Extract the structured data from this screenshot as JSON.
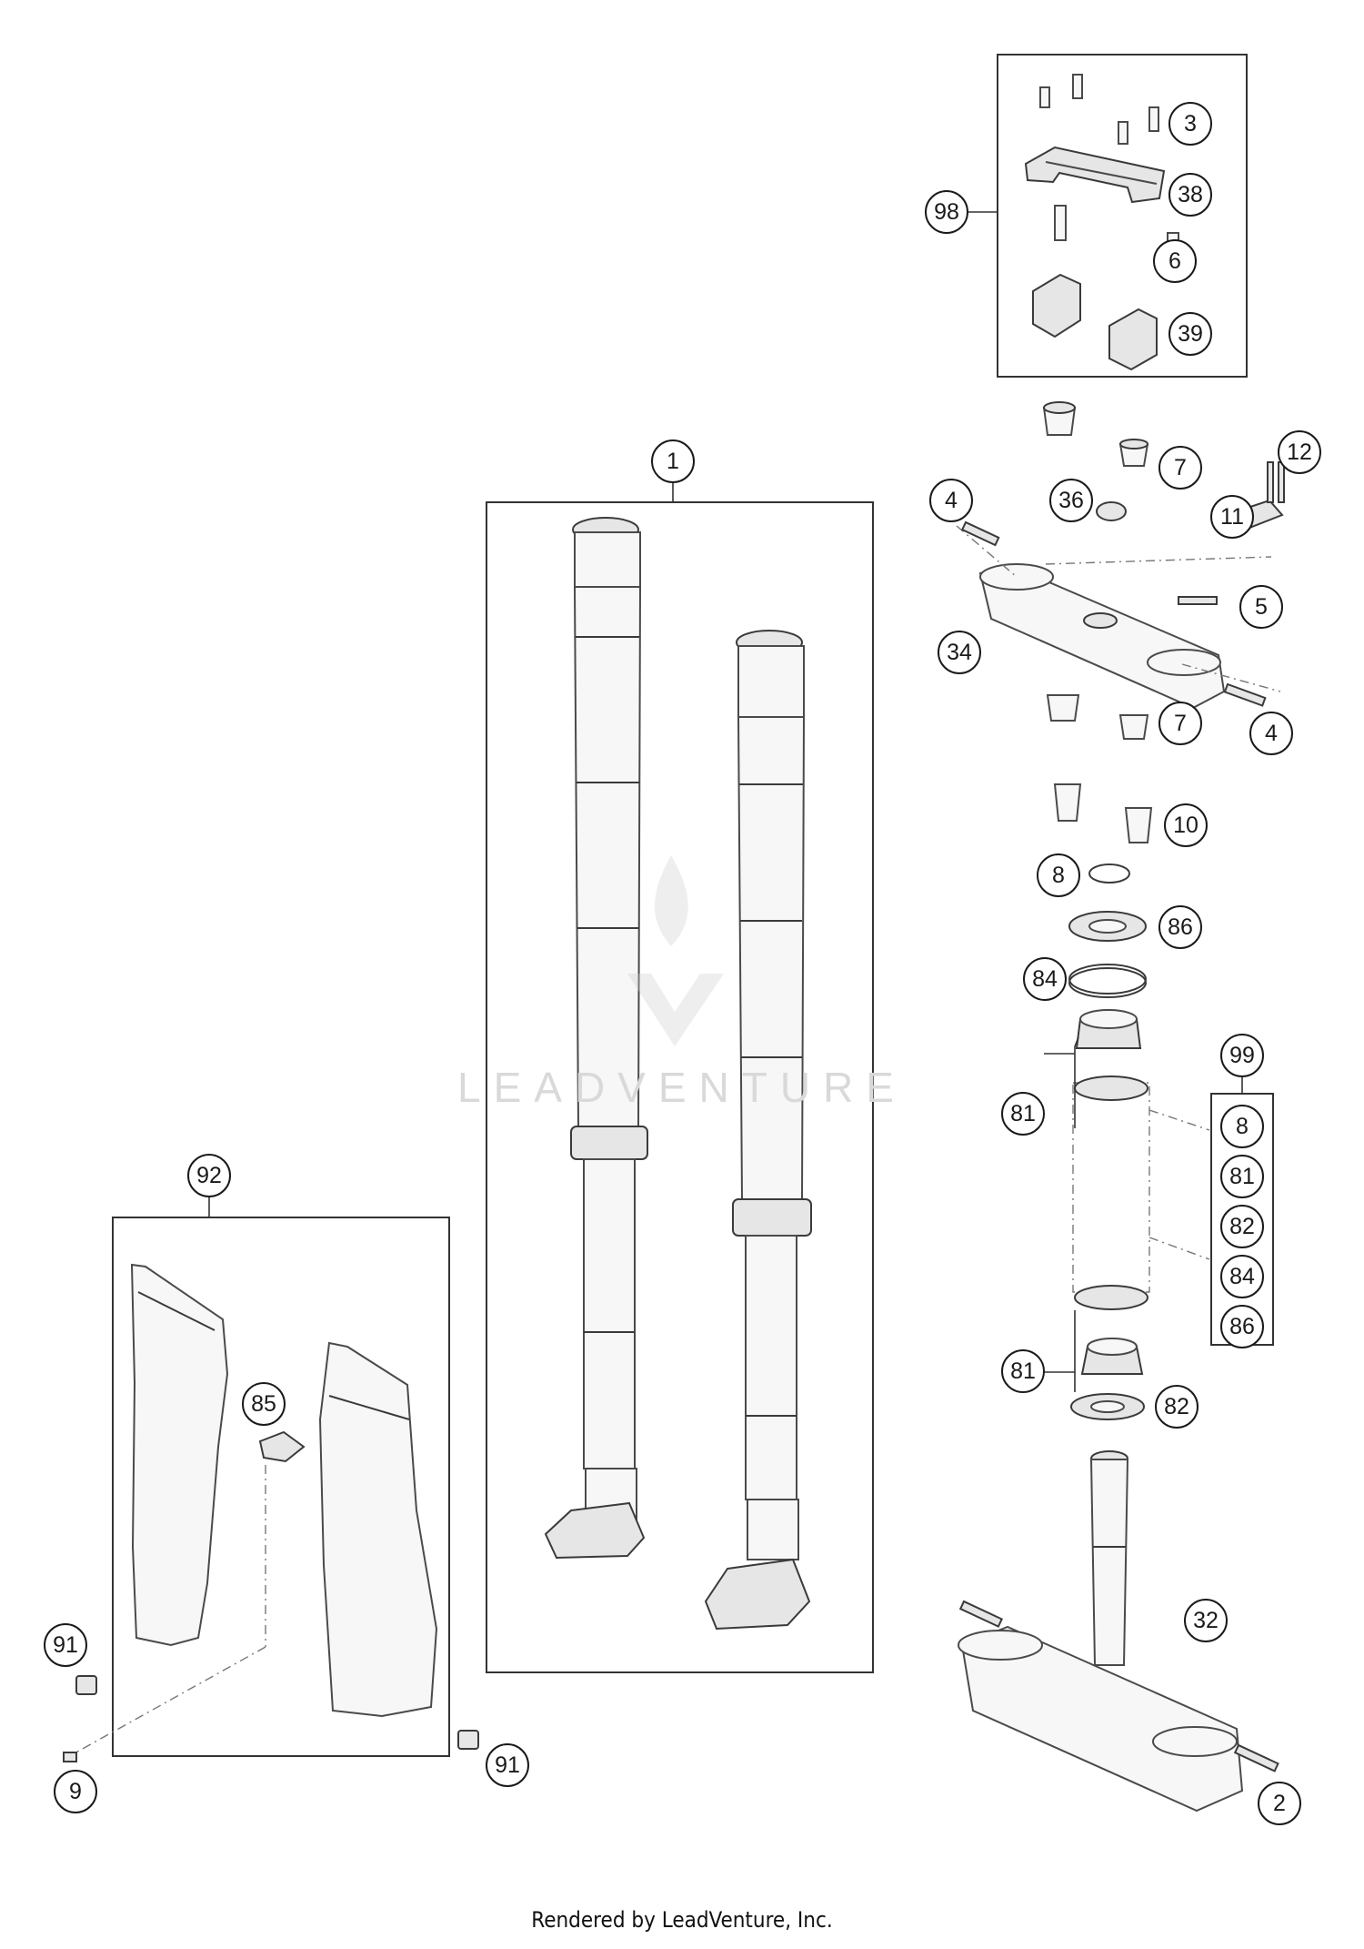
{
  "diagram": {
    "callouts": [
      {
        "id": "c1",
        "label": "1"
      },
      {
        "id": "c2",
        "label": "2"
      },
      {
        "id": "c3",
        "label": "3"
      },
      {
        "id": "c4a",
        "label": "4"
      },
      {
        "id": "c4b",
        "label": "4"
      },
      {
        "id": "c5",
        "label": "5"
      },
      {
        "id": "c6",
        "label": "6"
      },
      {
        "id": "c7a",
        "label": "7"
      },
      {
        "id": "c7b",
        "label": "7"
      },
      {
        "id": "c8",
        "label": "8"
      },
      {
        "id": "c9",
        "label": "9"
      },
      {
        "id": "c10",
        "label": "10"
      },
      {
        "id": "c11",
        "label": "11"
      },
      {
        "id": "c12",
        "label": "12"
      },
      {
        "id": "c32",
        "label": "32"
      },
      {
        "id": "c34",
        "label": "34"
      },
      {
        "id": "c36",
        "label": "36"
      },
      {
        "id": "c38",
        "label": "38"
      },
      {
        "id": "c39",
        "label": "39"
      },
      {
        "id": "c81a",
        "label": "81"
      },
      {
        "id": "c81b",
        "label": "81"
      },
      {
        "id": "c82",
        "label": "82"
      },
      {
        "id": "c84",
        "label": "84"
      },
      {
        "id": "c85",
        "label": "85"
      },
      {
        "id": "c86",
        "label": "86"
      },
      {
        "id": "c91a",
        "label": "91"
      },
      {
        "id": "c91b",
        "label": "91"
      },
      {
        "id": "c92",
        "label": "92"
      },
      {
        "id": "c98",
        "label": "98"
      },
      {
        "id": "c99",
        "label": "99"
      }
    ],
    "kit_99": [
      "8",
      "81",
      "82",
      "84",
      "86"
    ]
  },
  "watermark": "LEADVENTURE",
  "footer": "Rendered by LeadVenture, Inc."
}
